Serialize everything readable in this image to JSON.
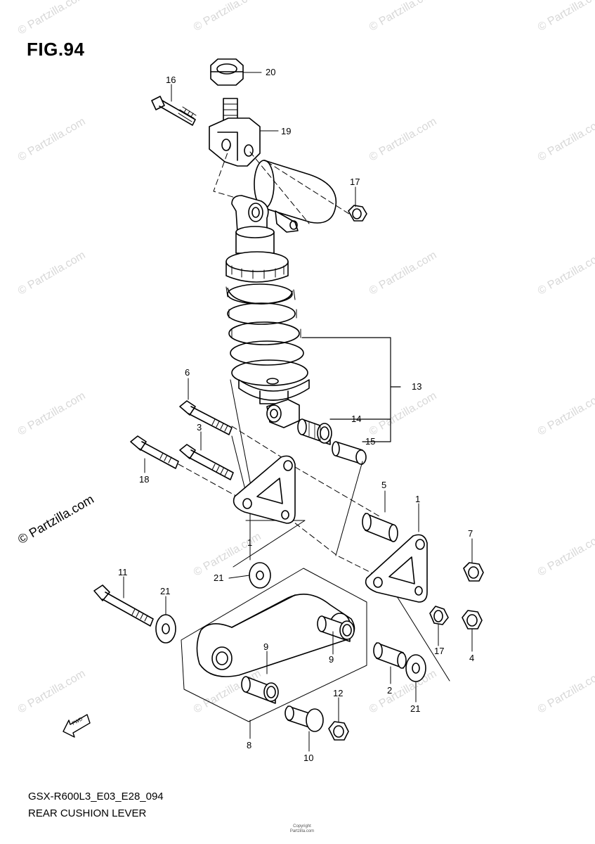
{
  "figure": {
    "title": "FIG.94",
    "code": "GSX-R600L3_E03_E28_094",
    "caption": "REAR CUSHION LEVER",
    "copyright_line1": "Copyright",
    "copyright_line2": "Partzilla.com",
    "watermark": "© Partzilla.com"
  },
  "callouts": [
    {
      "id": "c20",
      "label": "20"
    },
    {
      "id": "c16",
      "label": "16"
    },
    {
      "id": "c19",
      "label": "19"
    },
    {
      "id": "c17a",
      "label": "17"
    },
    {
      "id": "c13",
      "label": "13"
    },
    {
      "id": "c6",
      "label": "6"
    },
    {
      "id": "c14",
      "label": "14"
    },
    {
      "id": "c3",
      "label": "3"
    },
    {
      "id": "c15",
      "label": "15"
    },
    {
      "id": "c18",
      "label": "18"
    },
    {
      "id": "c5",
      "label": "5"
    },
    {
      "id": "c1a",
      "label": "1"
    },
    {
      "id": "c1b",
      "label": "1"
    },
    {
      "id": "c7",
      "label": "7"
    },
    {
      "id": "c21a",
      "label": "21"
    },
    {
      "id": "c11",
      "label": "11"
    },
    {
      "id": "c21b",
      "label": "21"
    },
    {
      "id": "c9a",
      "label": "9"
    },
    {
      "id": "c9b",
      "label": "9"
    },
    {
      "id": "c17b",
      "label": "17"
    },
    {
      "id": "c4",
      "label": "4"
    },
    {
      "id": "c2",
      "label": "2"
    },
    {
      "id": "c12",
      "label": "12"
    },
    {
      "id": "c21c",
      "label": "21"
    },
    {
      "id": "c8",
      "label": "8"
    },
    {
      "id": "c10",
      "label": "10"
    }
  ],
  "fwd_label": "FWD"
}
